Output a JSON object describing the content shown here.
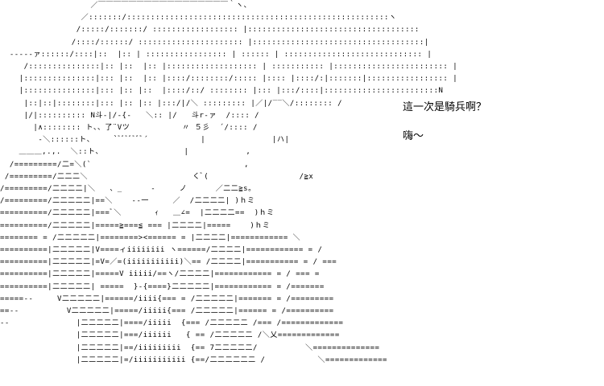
{
  "art": {
    "lines": [
      "                   ／￣￣￣￣￣￣￣￣￣￣￣￣￣￣￣￣￣｀ヽ、",
      "                 ／:::::::/:::::::::::::::::::::::::::::::::::::::::::::::::::::::ヽ",
      "                /:::::/:::::::/ :::::::::::::::::: |::::::::::::::::::::::::::::::::::::",
      "               /::::/::::::/ :::::::::::::::::::::: |::::::::::::::::::::::::::::::::::::|",
      "  ‐‐‐‐‐ァ::::::/::::|::  |:: | ::::::::::::::::: | :::::: | ::::::::::::::::::::::::::::: |",
      "     /:::::::::::::::|:: |::  |:: |::::::::::::::::::: | ::::::::::: |:::::::::::::::::::::::: |",
      "    |:::::::::::::::|::: |::  |:: |::::/::::::::/::::: |:::: |::::/:|:::::::|::::::::::::::::: |",
      "    |:::::::::::::::|::: |:: |::  |::::/::/ :::::::: |::: |:::/::::|::::::::::::::::::::::::N",
      "     |::|::|::::::::|::: |:: |:: |:::/|/＼ ::::::::: |／|/‾‾＼/:::::::: /",
      "     |/|:::::::::: N斗‐|/‐{‐   ＼:: |/   斗r‐ァ  /:::: /",
      "       |∧:::::::: ト、、了¨Vツ           〃 ５彡  ´/:::: /",
      "        ‐＼::::::ト、    `ﾞﾞﾞﾞﾞﾞﾞ´           |              |ハ|",
      "    ＿＿＿,.,.  ＼::ト、                 |            ,",
      "  /=========/二=＼(`                                ,",
      " /=========/二二二＼                      くﾞ(                   /≧x",
      "/=========/二二二二|＼   、_      ‐     ノ      ／二二≧s。",
      "/=========/二二二二二|==＼    ‐‐一     ／  /二二二二| )ｈミ",
      "==========/二二二二二|===ﾞ＼       ｨ   ＿∠=  |二二二二==  )ｈミ",
      "==========/二二二二二|=====≧===≦ === |二二二二|=====    )ｈミ",
      "======== = /二二二二二|========><====== = |二二二二|============ ＼",
      "==========|二二二二二|V====ィiiiiiiii ヽ======/二二二二|============ = /",
      "==========|二二二二二|=V=／=(iiiiiiiiiii)＼== /二二二二|=========== = / ===",
      "==========|二二二二二|=====V iiiii/==ヽ/二二二二|============ = / === =",
      "==========|二二二二二| =====  }‐{====}二二二二二|============ = /=======",
      "=====‐‐     V二二二二二|======/iiii{=== = /二二二二二|======= = /=========",
      "==‐‐          V二二二二二|=====/iiiii{=== /二二二二二|====== = /==========",
      "‐‐              |二二二二二|====/iiiii  {=== /二二二二二 /=== /=============",
      "                |二二二二二|===/iiiiii   { == /二二二二二 /＼乂=============",
      "                |二二二二二|==/iiiiiiiii  {== 7二二二二二/          ＼==============",
      "                |二二二二二|=/iiiiiiiiiii {==/二二二二二二 /           ＼============="
    ]
  },
  "dialogue": {
    "line1": "這一次是騎兵啊？",
    "line2": "嗨～"
  }
}
